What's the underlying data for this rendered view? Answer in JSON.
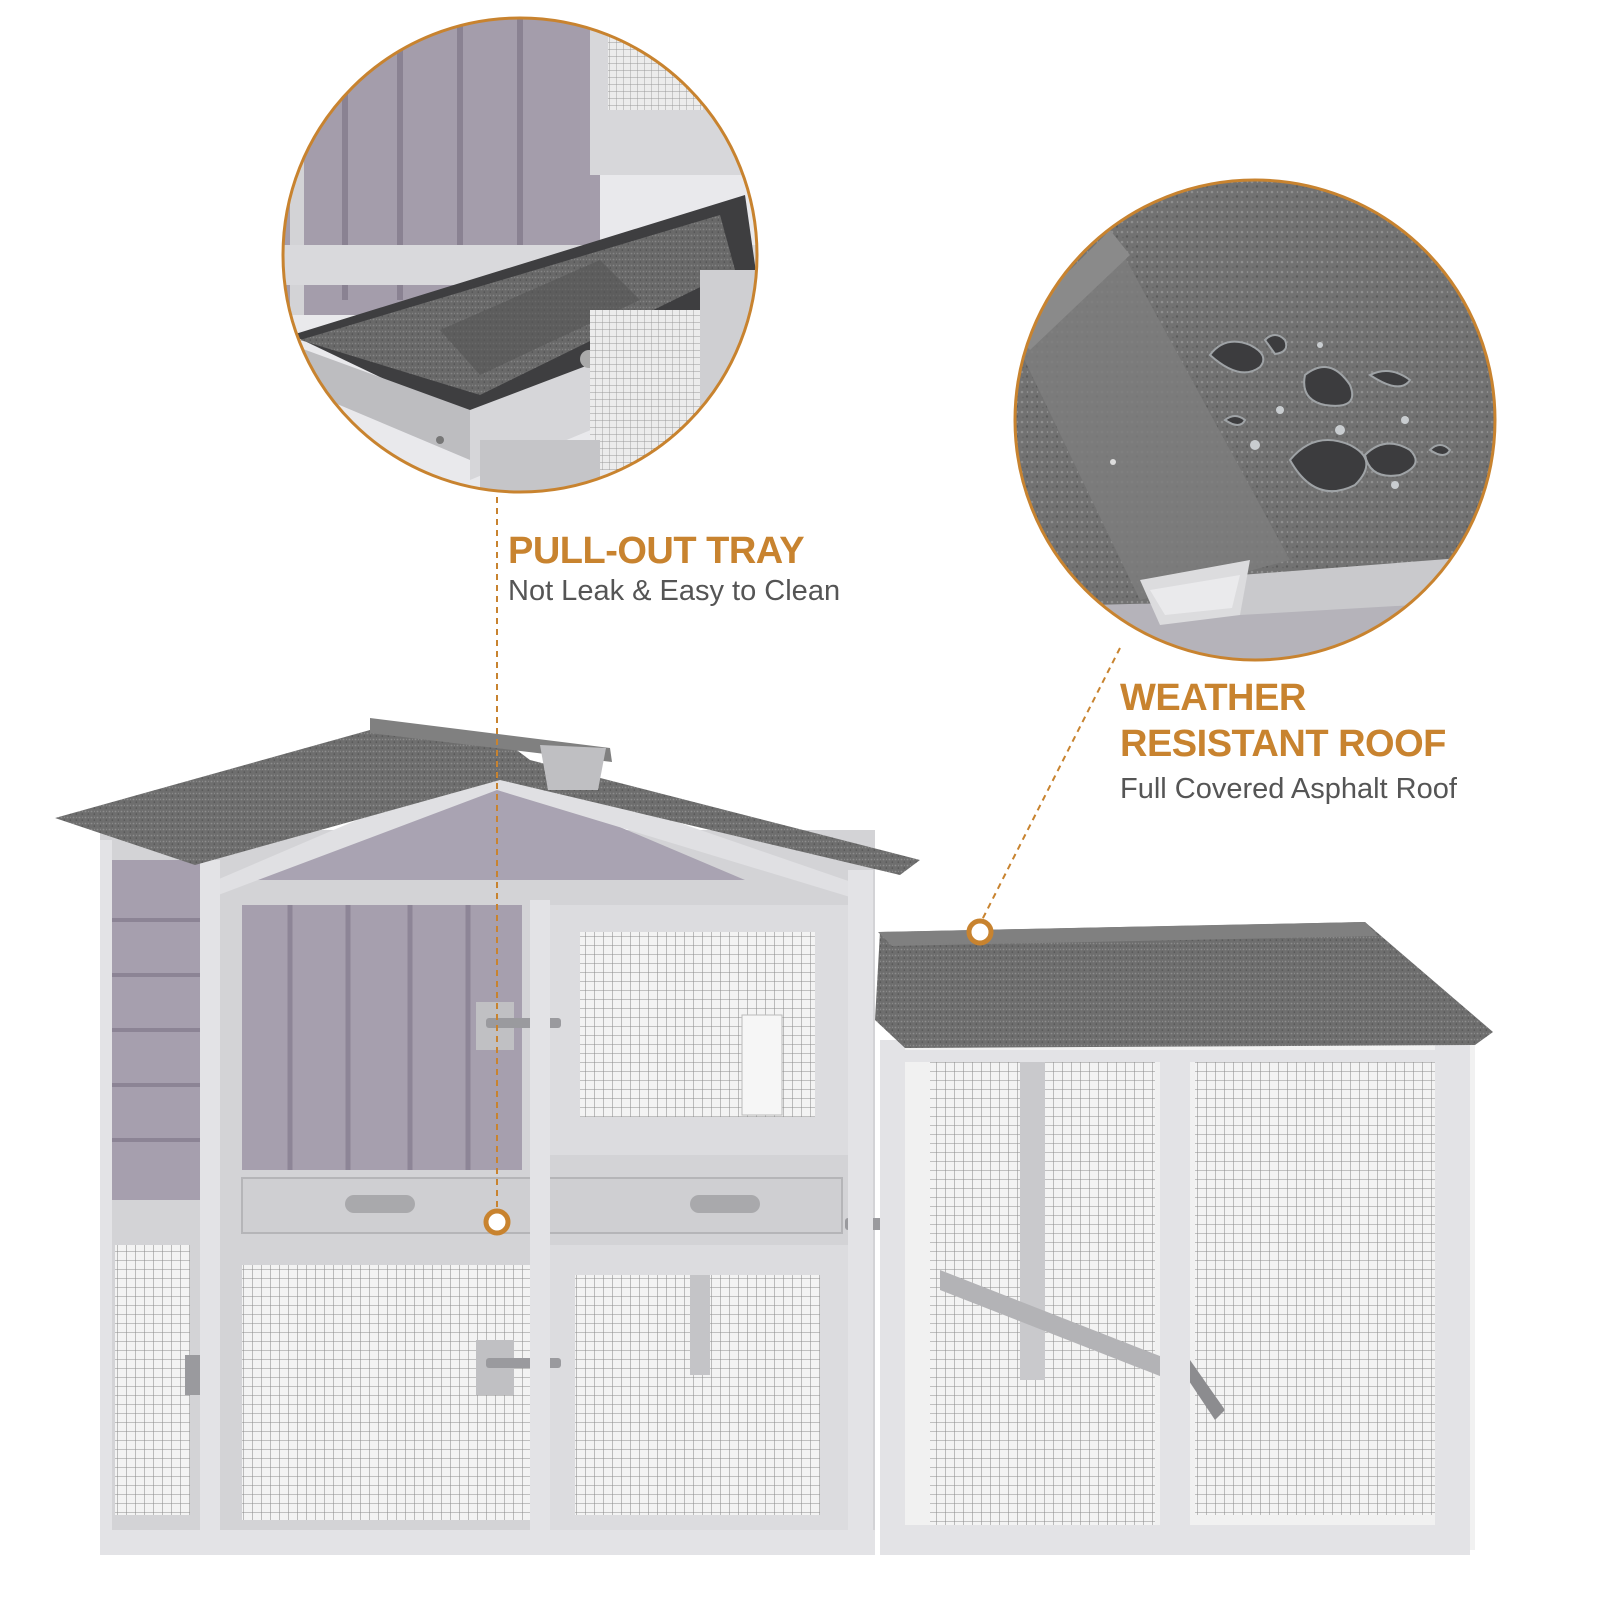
{
  "colors": {
    "accent": "#c8832f",
    "subtext": "#555555",
    "wood": "#c9c9cc",
    "panel": "#9d96a3",
    "roof": "#6d6d6d",
    "mesh": "#8b8b8b"
  },
  "callouts": {
    "tray": {
      "title": "PULL-OUT TRAY",
      "subtitle": "Not Leak & Easy to Clean"
    },
    "roof": {
      "title_line1": "WEATHER",
      "title_line2": "RESISTANT ROOF",
      "subtitle": "Full Covered Asphalt Roof"
    }
  }
}
